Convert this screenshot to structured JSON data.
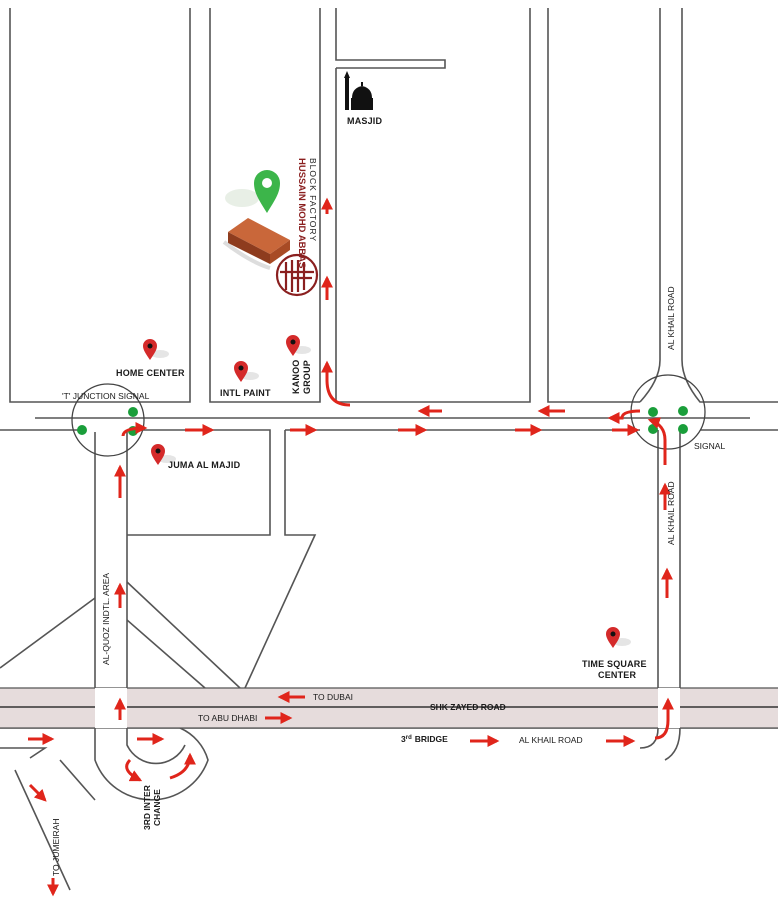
{
  "landmarks": {
    "masjid": "MASJID",
    "factory_line1": "HUSSAIN MOHD ABBAS",
    "factory_line2": "BLOCK FACTORY",
    "home_center": "HOME CENTER",
    "intl_paint": "INTL PAINT",
    "kanoo_line1": "KANOO",
    "kanoo_line2": "GROUP",
    "juma_al_majid": "JUMA AL MAJID",
    "time_square_line1": "TIME SQUARE",
    "time_square_line2": "CENTER"
  },
  "roads": {
    "t_junction": "'T' JUNCTION SIGNAL",
    "signal": "SIGNAL",
    "al_khail_north": "AL KHAIL ROAD",
    "al_khail_south": "AL KHAIL ROAD",
    "al_khail_bottom": "AL KHAIL ROAD",
    "al_quoz": "AL-QUOZ INDTL. AREA",
    "shk_zayed": "SHK ZAYED ROAD",
    "to_dubai": "TO DUBAI",
    "to_abu_dhabi": "TO ABU DHABI",
    "bridge_num": "3",
    "bridge_sup": "rd",
    "bridge_word": "BRIDGE",
    "interchange_line1": "3RD INTER",
    "interchange_line2": "CHANGE",
    "to_jumeirah": "TO JUMEIRAH"
  },
  "colors": {
    "route": "#e0251b",
    "signal_green": "#1a9e3a",
    "pin_red": "#d42a2a",
    "pin_green": "#3cb54a",
    "highway": "#e6dcdc",
    "brick": "#b5552e",
    "logo": "#8a1f1f"
  }
}
